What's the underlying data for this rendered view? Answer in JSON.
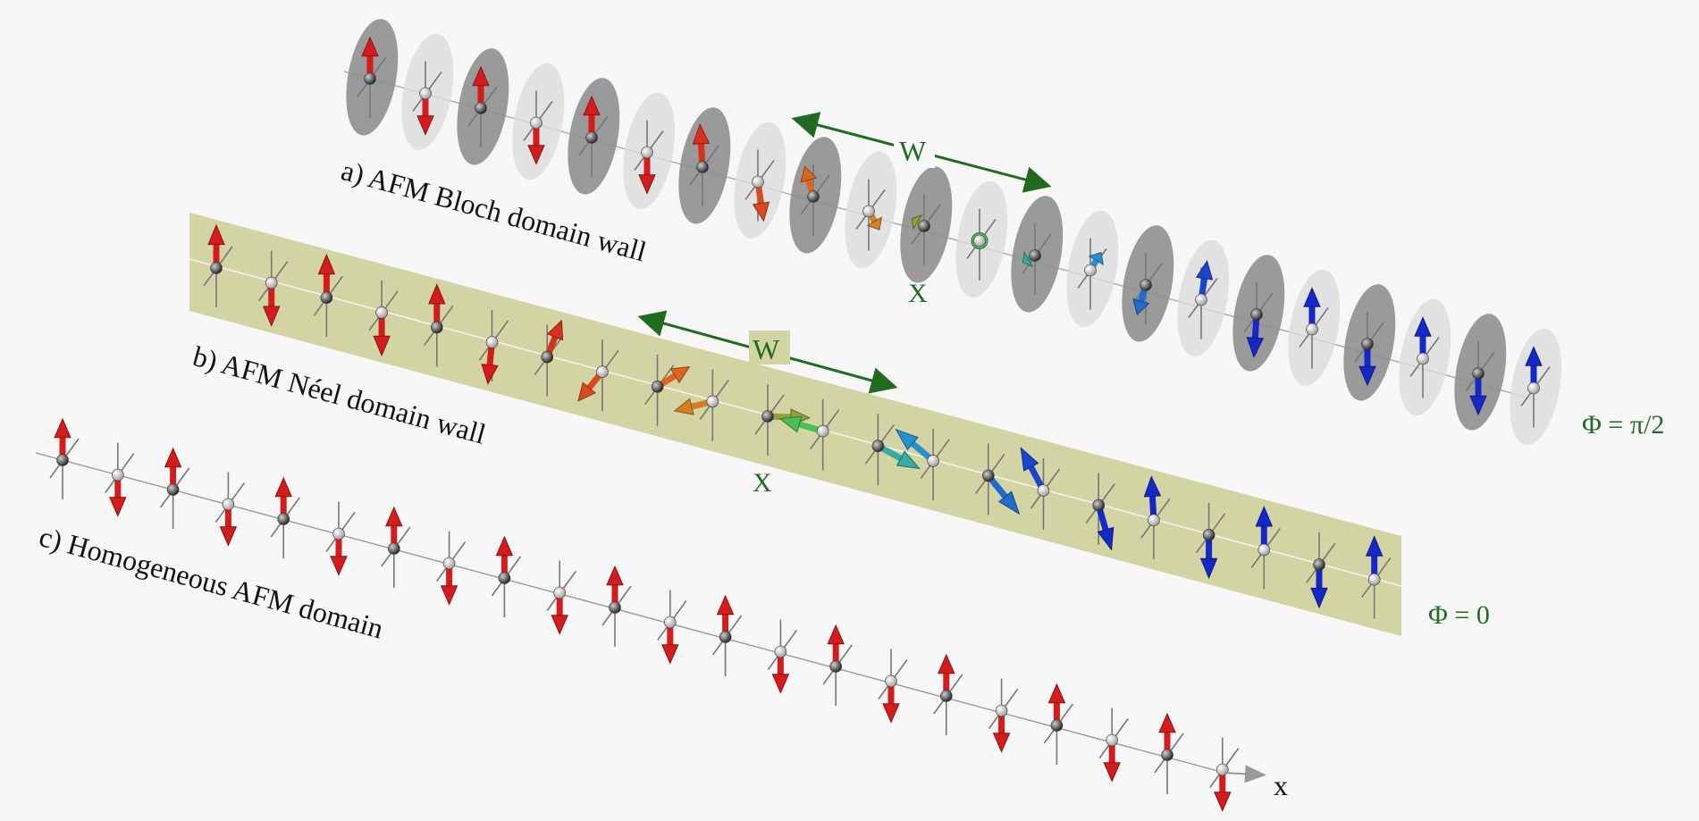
{
  "labels": {
    "bloch": "a) AFM Bloch domain wall",
    "neel": "b) AFM Néel domain wall",
    "homogeneous": "c) Homogeneous AFM domain",
    "width_bloch": "W",
    "width_neel": "W",
    "center_bloch": "X",
    "center_neel": "X",
    "phi_bloch": "Φ = π/2",
    "phi_neel": "Φ = 0",
    "axis_x": "x"
  },
  "colors": {
    "spin_up_start": "#d41c1c",
    "spin_wall_mid_orange": "#e07a20",
    "spin_wall_mid_green": "#4fbf4f",
    "spin_wall_mid_cyan": "#2aa0cf",
    "spin_end_blue": "#1628c8",
    "annotation_green": "#1f6b1f",
    "neel_band": "#d3d4a3",
    "disk_dark": "#8f8f8f",
    "disk_light": "#dcdcdc"
  },
  "chains": {
    "bloch_spin_count": 22,
    "neel_spin_count": 22,
    "homogeneous_spin_count": 22
  }
}
